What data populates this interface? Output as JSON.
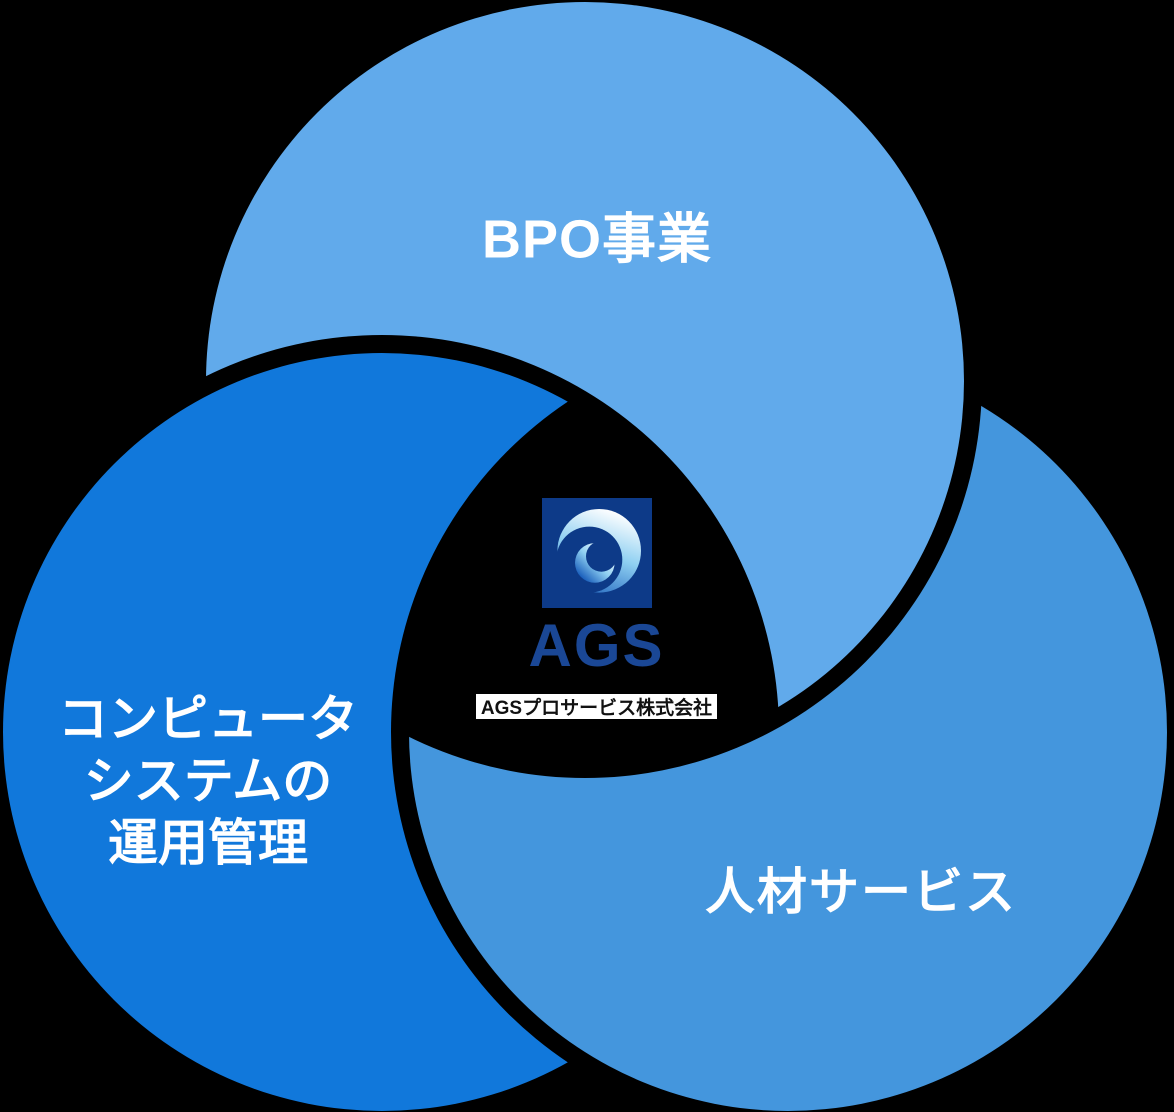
{
  "background_color": "#000000",
  "diagram": {
    "label_color": "#FFFFFF",
    "circles": [
      {
        "id": "bpo",
        "label": "BPO事業",
        "color": "#61AAEB"
      },
      {
        "id": "computer-systems",
        "label_lines": [
          "コンピュータ",
          "システムの",
          "運用管理"
        ],
        "color": "#1178DB"
      },
      {
        "id": "jinzai-services",
        "label": "人材サービス",
        "color": "#4496DD"
      }
    ]
  },
  "logo": {
    "acronym": "AGS",
    "company_name": "AGSプロサービス株式会社",
    "square_color": "#0D3A88",
    "acronym_color": "#1A4795",
    "band_bg": "#FFFFFF",
    "band_text_color": "#111111",
    "swirl_colors": [
      "#FFFFFF",
      "#8FD0F2",
      "#1257B8"
    ]
  }
}
